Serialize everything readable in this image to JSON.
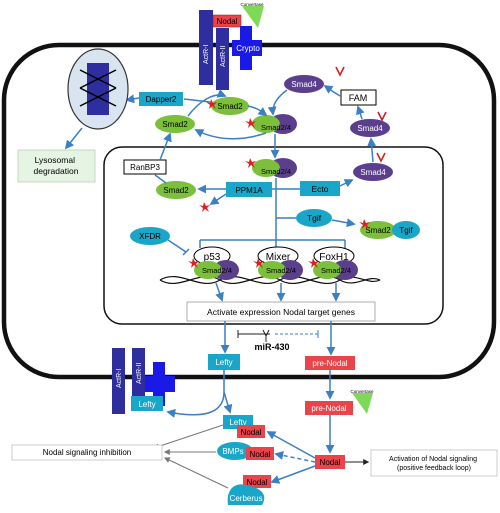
{
  "receptors": {
    "actr1_top": "ActR-I",
    "actr2_top": "ActR-II",
    "nodal_top": "Nodal",
    "convertase_top": "Convertase",
    "crypto": "Crypto",
    "actr1_bottom": "ActR-I",
    "actr2_bottom": "ActR-II",
    "lefty_bottom": "Lefty"
  },
  "cytoplasm": {
    "dapper2": "Dapper2",
    "lysosomal": "Lysosomal\ndegradation",
    "smad2_receptor": "Smad2",
    "smad2_left": "Smad2",
    "smad24_top": "Smad2/4",
    "smad4_top": "Smad4",
    "fam": "FAM",
    "smad4_right": "Smad4"
  },
  "nucleus": {
    "ranbp3": "RanBP3",
    "smad2_ppm": "Smad2",
    "ppm1a": "PPM1A",
    "smad24_nuc": "Smad2/4",
    "ecto": "Ecto",
    "smad4_ecto": "Smad4",
    "tgif": "Tgif",
    "smad2_tgif": "Smad2",
    "tgif_bound": "Tgif",
    "xfdr": "XFDR",
    "p53": "p53",
    "mixer": "Mixer",
    "foxh1": "FoxH1",
    "smad24_a": "Smad2/4",
    "smad24_b": "Smad2/4",
    "smad24_c": "Smad2/4",
    "activate": "Activate expression Nodal target genes"
  },
  "bottom": {
    "mir430": "miR-430",
    "lefty_cell": "Lefty",
    "pre_nodal_cell": "pre-Nodal",
    "pre_nodal_out": "pre-Nodal",
    "convertase_out": "Convertase",
    "lefty_complex": "Lefty",
    "nodal_lefty": "Nodal",
    "bmps": "BMPs",
    "nodal_bmps": "Nodal",
    "nodal_free": "Nodal",
    "nodal_cerberus": "Nodal",
    "cerberus": "Cerberus",
    "inhibition": "Nodal signaling inhibition",
    "activation": "Activation of Nodal signaling\n(positive feedback loop)"
  },
  "colors": {
    "receptor": "#2e2e9e",
    "crypto": "#1a1ae6",
    "nodal": "#e8444a",
    "convertase": "#7ed957",
    "teal_box": "#1aa6c8",
    "smad2": "#7bbf3a",
    "smad4": "#5b3e8c",
    "arrow": "#3b7fc4",
    "phospho": "#e02020",
    "lyso_fill": "#d8e4ef"
  }
}
